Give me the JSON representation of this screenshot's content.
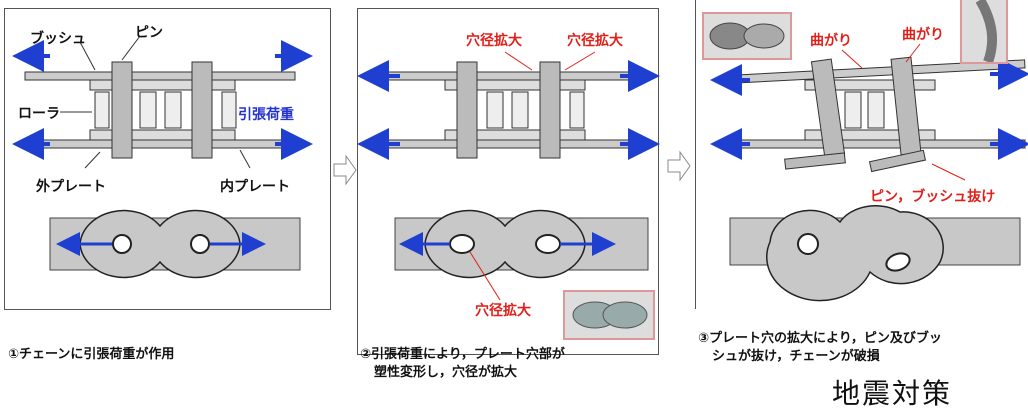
{
  "panel1": {
    "labels": {
      "bush": "ブッシュ",
      "pin": "ピン",
      "roller": "ローラ",
      "tension": "引張荷重",
      "outer_plate": "外プレート",
      "inner_plate": "内プレート"
    },
    "caption": "①チェーンに引張荷重が作用"
  },
  "panel2": {
    "labels": {
      "hole_expand_a": "穴径拡大",
      "hole_expand_b": "穴径拡大",
      "hole_expand_c": "穴径拡大"
    },
    "caption_line1": "②引張荷重により，プレート穴部が",
    "caption_line2": "塑性変形し，穴径が拡大"
  },
  "panel3": {
    "labels": {
      "bend_a": "曲がり",
      "bend_b": "曲がり",
      "pin_bush_out": "ピン，ブッシュ抜け"
    },
    "caption_line1": "③プレート穴の拡大により，ピン及びブッ",
    "caption_line2": "シュが抜け，チェーンが破損"
  },
  "footer_text": "地震対策",
  "colors": {
    "accent_red": "#e0201a",
    "arrow_blue": "#1f3fd0",
    "plate_gray": "#c8c8c8"
  }
}
